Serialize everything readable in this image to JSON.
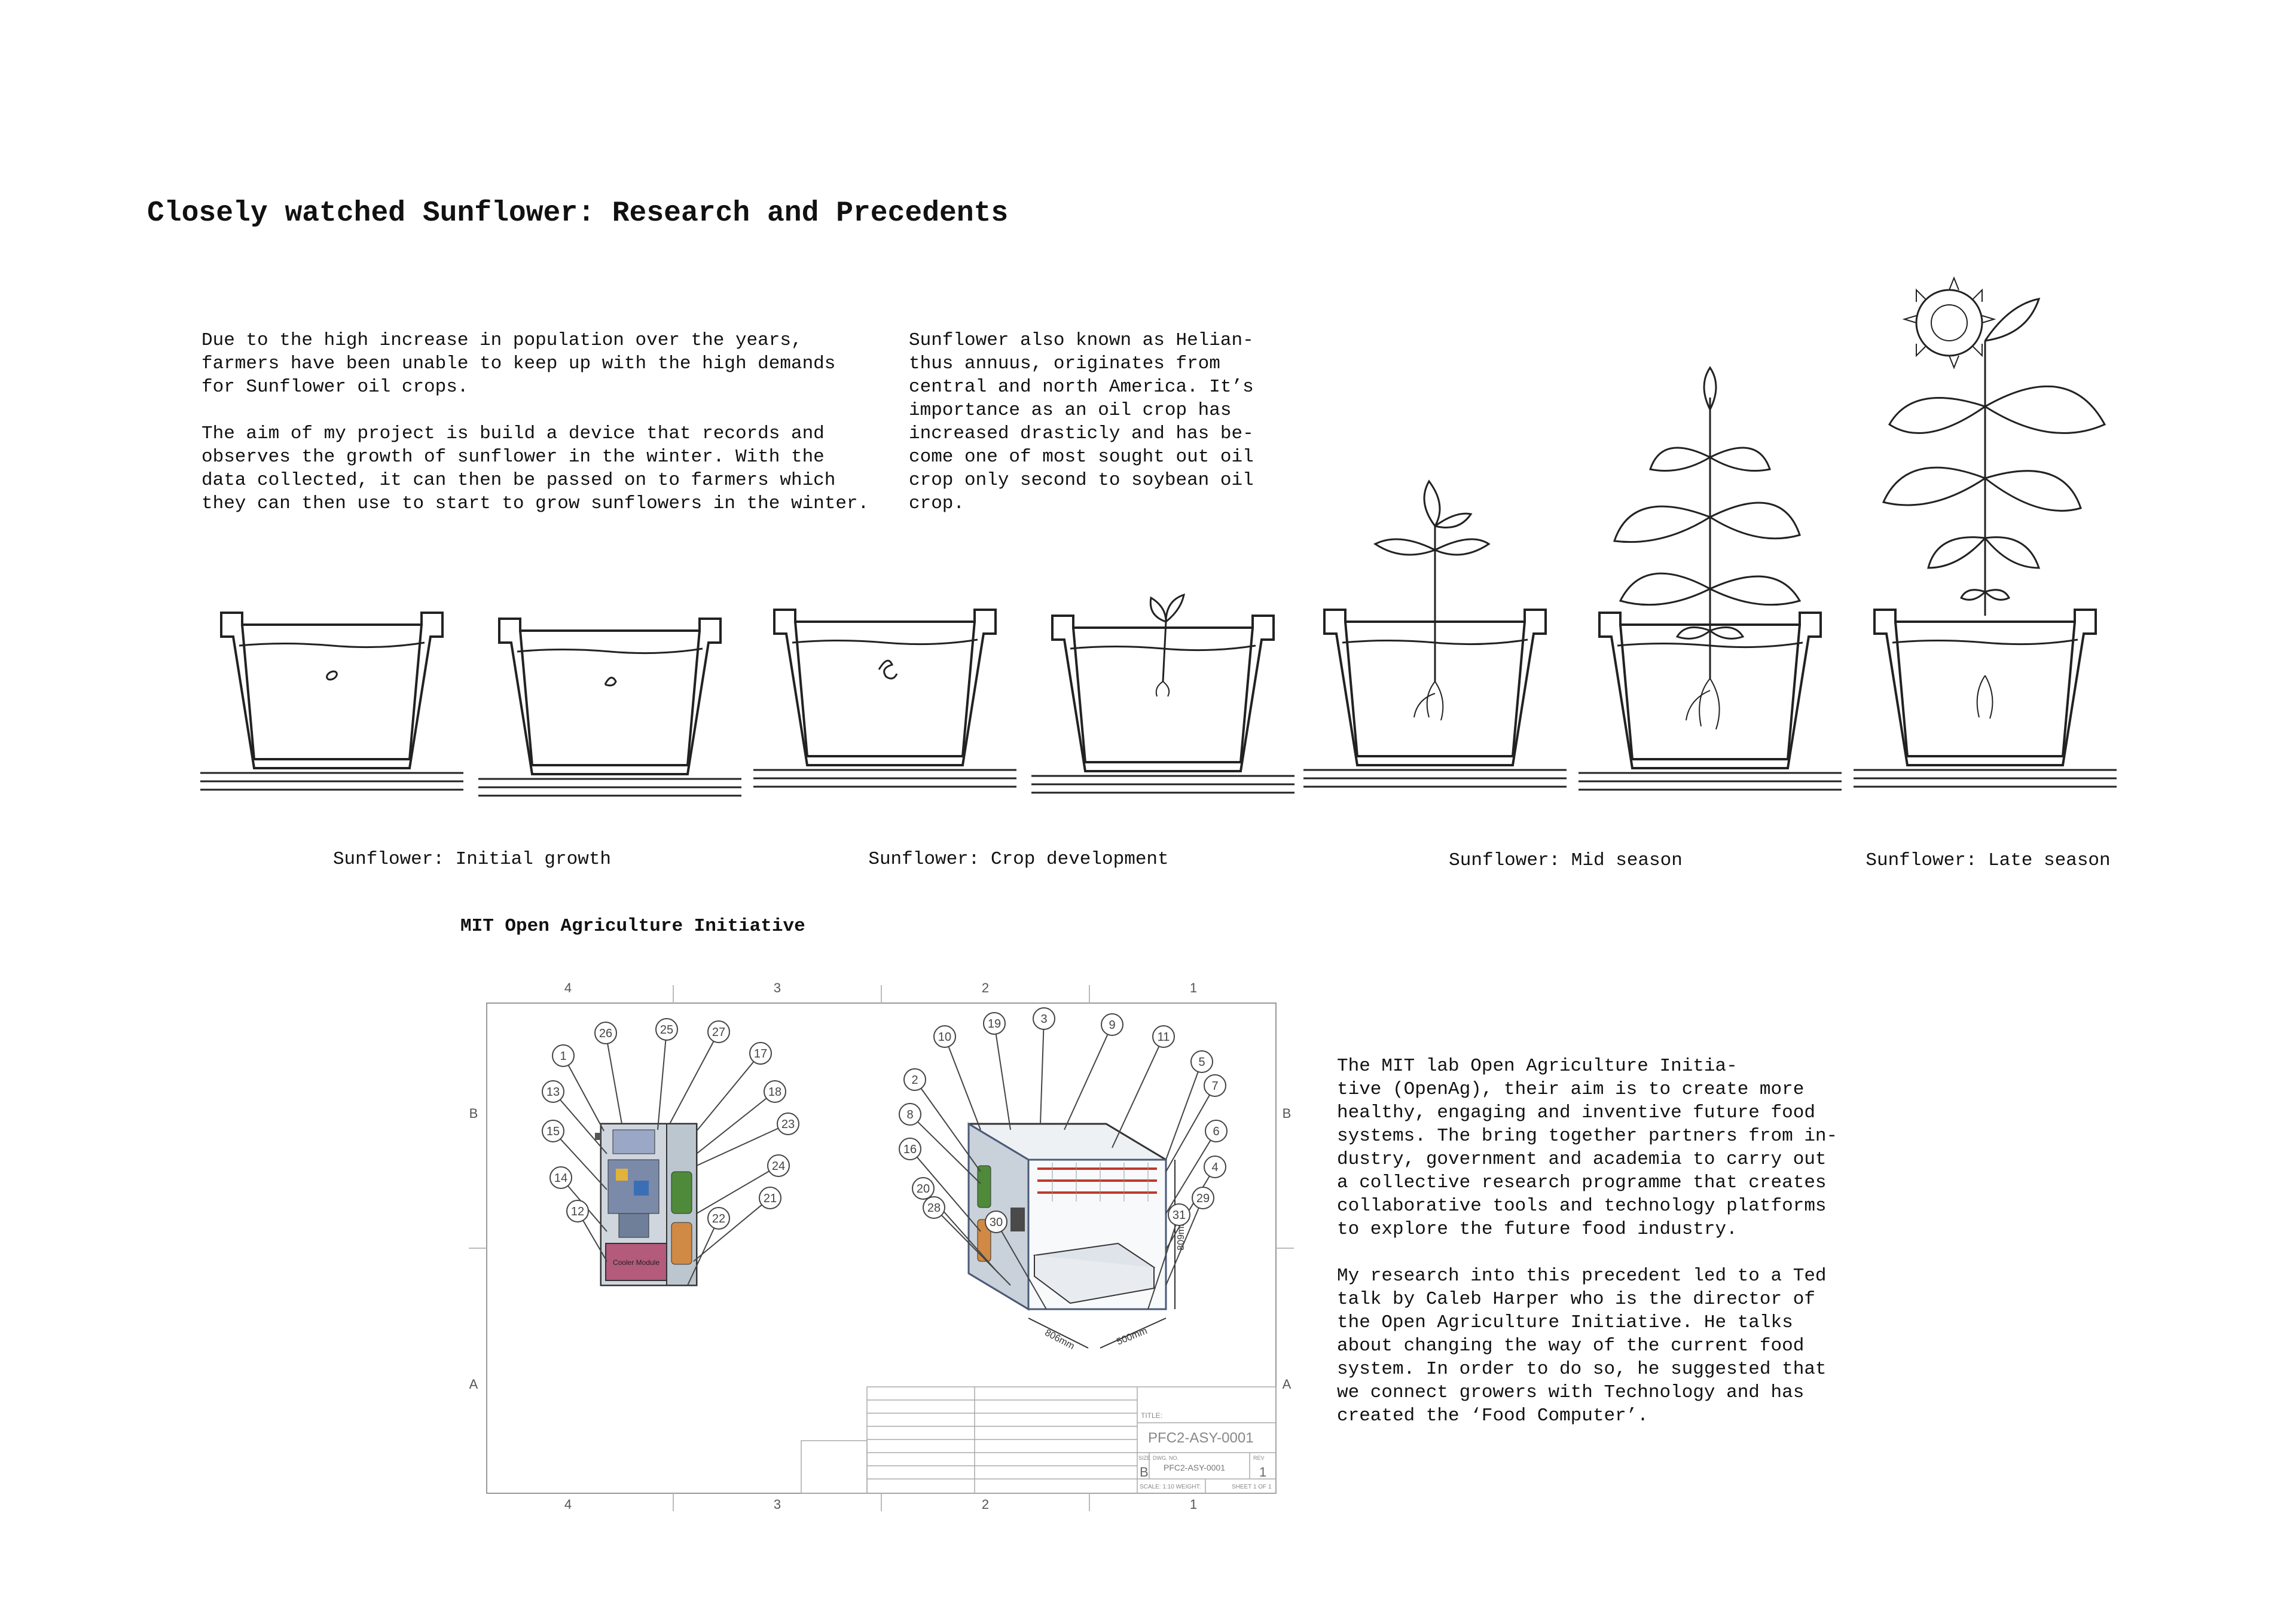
{
  "page": {
    "title": "Closely watched Sunflower: Research and Precedents"
  },
  "intro": {
    "col1": "Due to the high increase in population over the years,\nfarmers have been unable to keep up with the high demands\nfor Sunflower oil crops.\n\nThe aim of my project is build a device that records and\nobserves the growth of sunflower in the winter. With the\ndata collected, it can then be passed on to farmers which\nthey can then use to start to grow sunflowers in the winter.",
    "col2": "Sunflower also known as Helian-\nthus annuus, originates from\ncentral and north America. It’s\nimportance as an oil crop has\nincreased drasticly and has be-\ncome one of most sought out oil\ncrop only second to soybean oil\ncrop."
  },
  "stages": [
    {
      "label": "Sunflower: Initial growth"
    },
    {
      "label": "Sunflower: Crop development"
    },
    {
      "label": "Sunflower: Mid season"
    },
    {
      "label": "Sunflower: Late season"
    }
  ],
  "mit": {
    "title": "MIT Open Agriculture Initiative",
    "text": "The MIT lab Open Agriculture Initia-\ntive (OpenAg), their aim is to create more\nhealthy, engaging and inventive future food\nsystems. The bring together partners from in-\ndustry, government and academia to carry out\na collective research programme that creates\ncollaborative tools and technology platforms\nto explore the future food industry.\n\nMy research into this precedent led to a Ted\ntalk by Caleb Harper who is the director of\nthe Open Agriculture Initiative. He talks\nabout changing the way of the current food\nsystem. In order to do so, he suggested that\nwe connect growers with Technology and has\ncreated the ‘Food Computer’."
  },
  "drawing": {
    "column_numbers": [
      "4",
      "3",
      "2",
      "1"
    ],
    "row_letters": [
      "B",
      "A"
    ],
    "drawing_number": "PFC2-ASY-0001",
    "size": "B",
    "rev": "1",
    "dwg_no_label": "DWG. NO.",
    "size_label": "SIZE",
    "rev_label": "REV",
    "title_label": "TITLE:",
    "scale_text": "SCALE: 1:10   WEIGHT:",
    "sheet_text": "SHEET 1 OF 1",
    "cooler_label": "Cooler Module",
    "dim_height": "809mm",
    "dim_width": "806mm",
    "dim_depth": "500mm",
    "left_callouts": [
      "26",
      "25",
      "27",
      "1",
      "17",
      "13",
      "18",
      "23",
      "15",
      "24",
      "14",
      "21",
      "12",
      "22"
    ],
    "right_callouts": [
      "19",
      "3",
      "9",
      "10",
      "11",
      "5",
      "2",
      "7",
      "8",
      "6",
      "16",
      "4",
      "20",
      "29",
      "28",
      "31",
      "30"
    ],
    "colors": {
      "line": "#333333",
      "cooler": "#b45a7a",
      "green_bottle": "#4f8a3a",
      "orange_bottle": "#d08a45",
      "red_led": "#c0392b",
      "frame_blue": "#4a5a78"
    }
  }
}
